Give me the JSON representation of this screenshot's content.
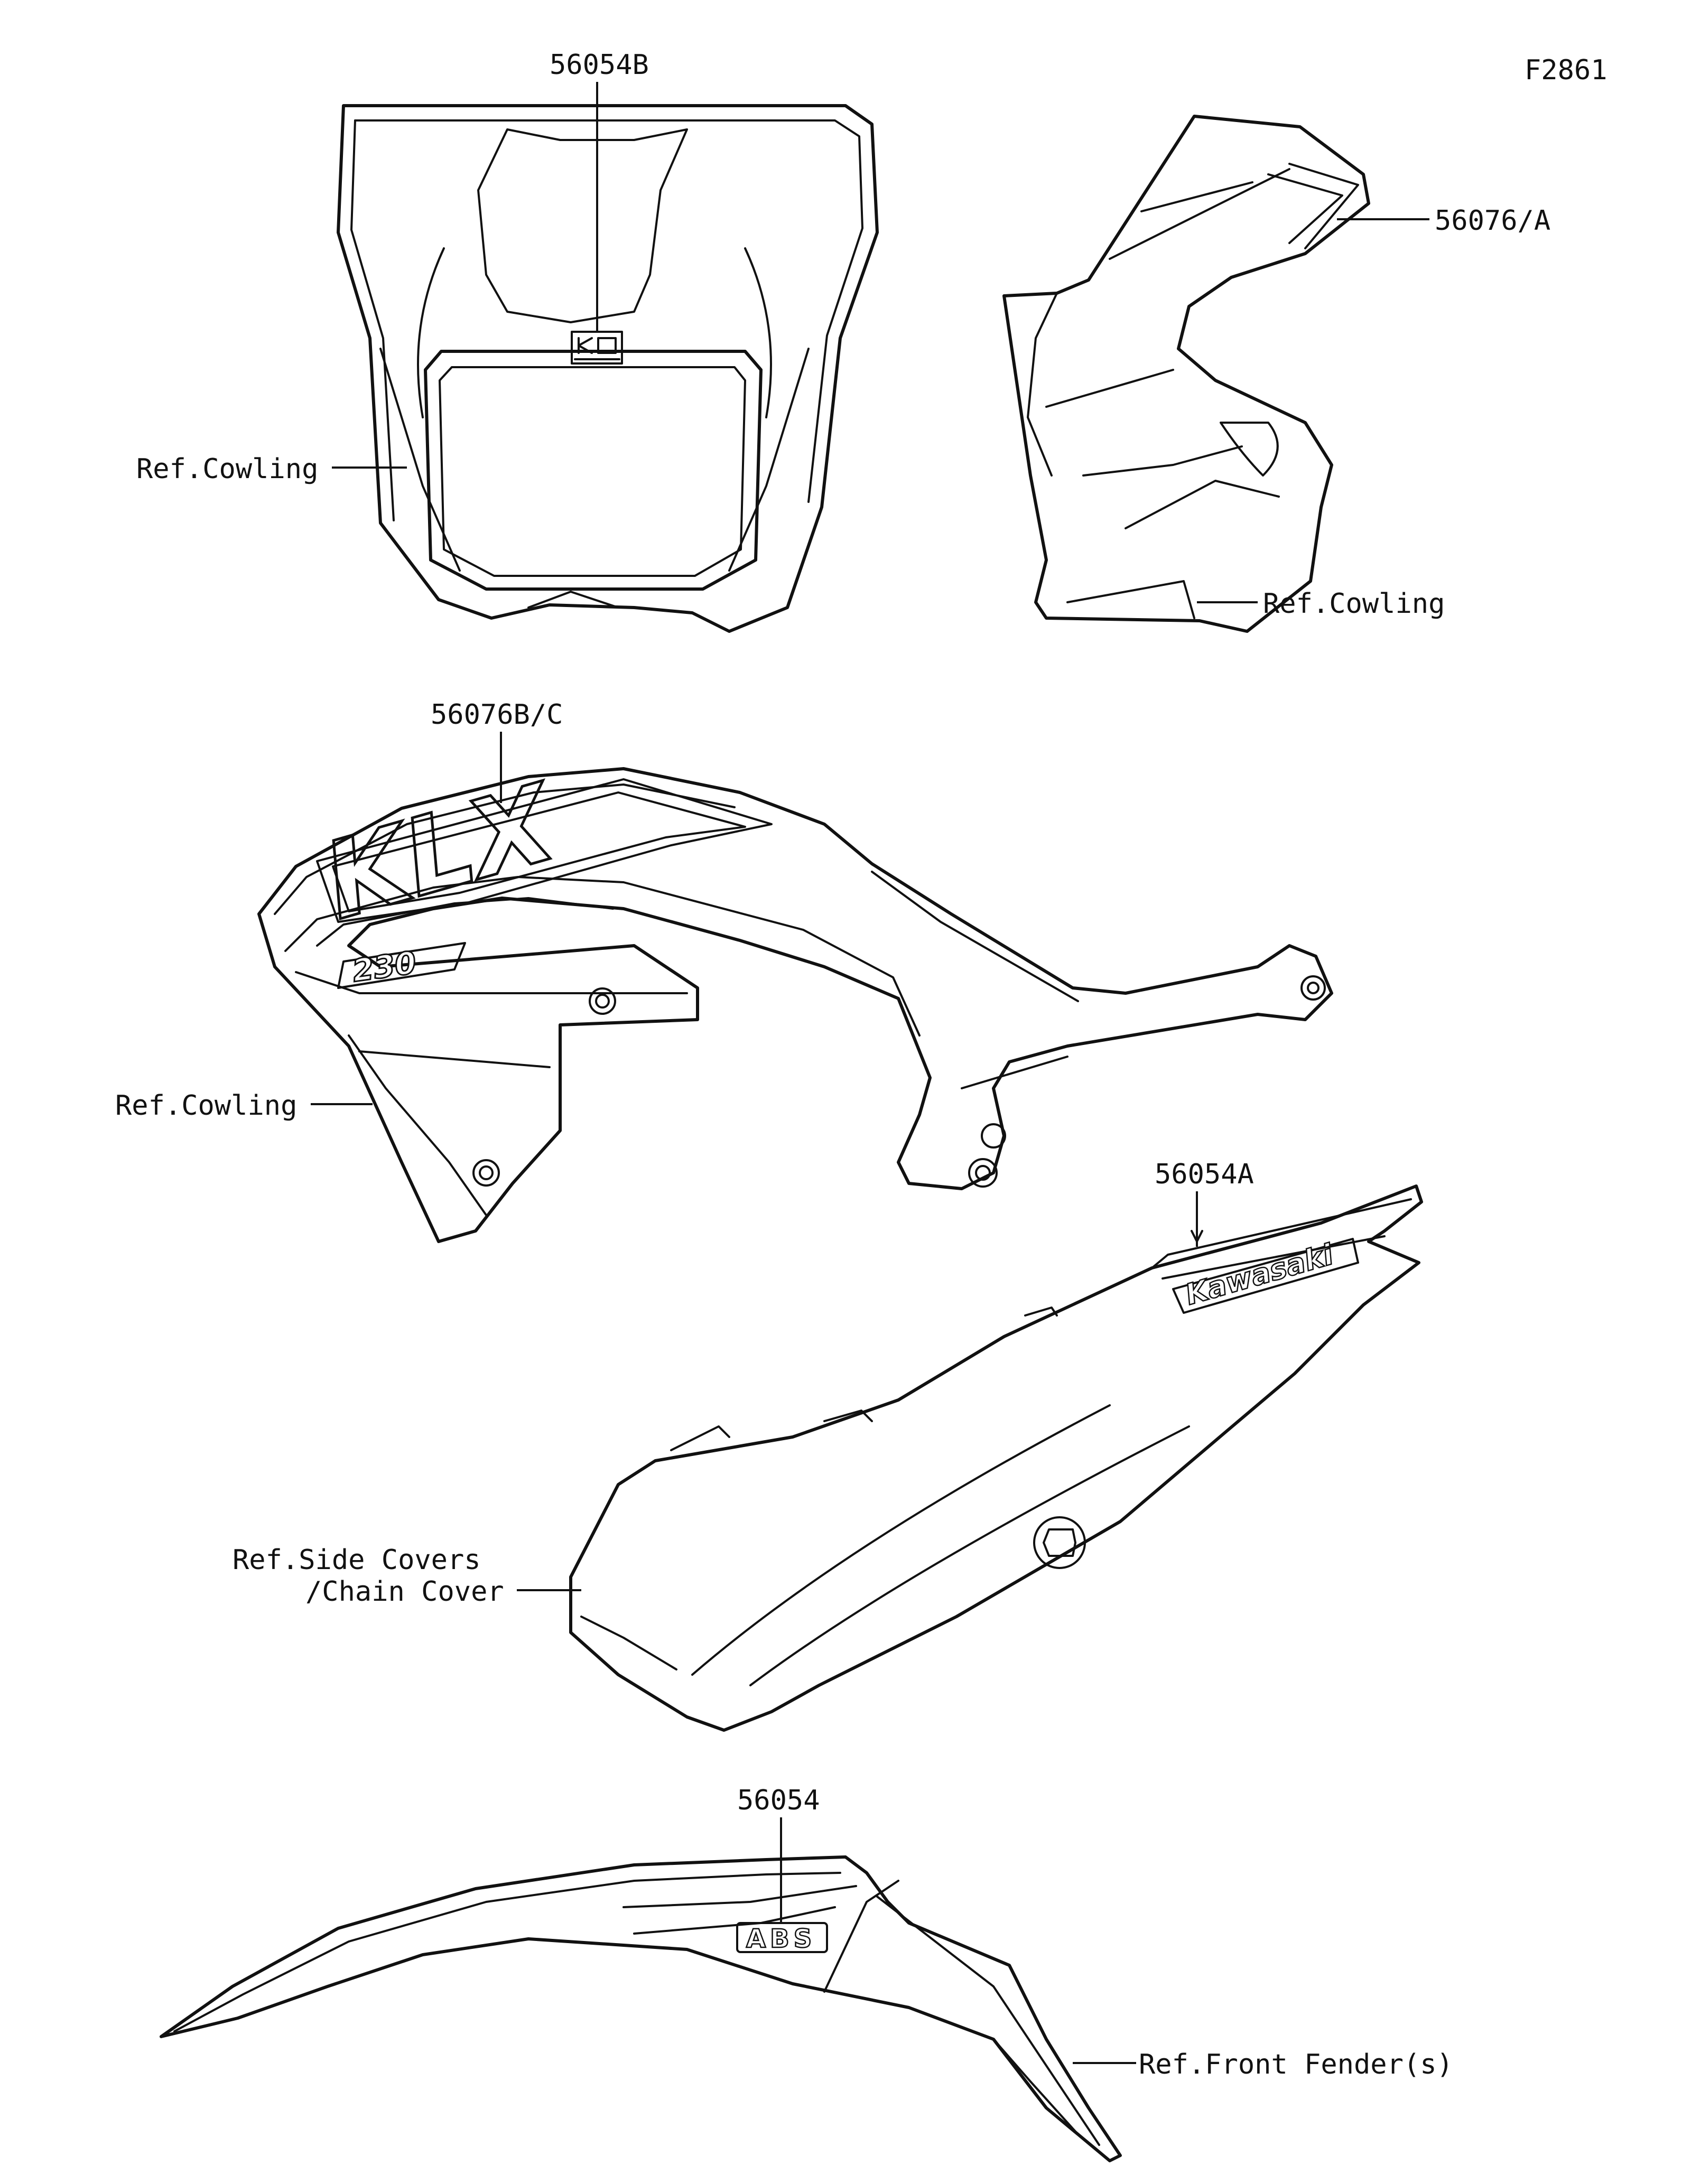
{
  "figure_code": "F2861",
  "callouts": {
    "headlight_decal": "56054B",
    "shroud_stripe": "56076/A",
    "tank_graphic": "56076B/C",
    "side_cover_emblem": "56054A",
    "fender_emblem": "56054"
  },
  "references": {
    "headlight_cowling": "Ref.Cowling",
    "shroud_cowling": "Ref.Cowling",
    "tank_cowling": "Ref.Cowling",
    "side_covers_line1": "Ref.Side Covers",
    "side_covers_line2": "/Chain Cover",
    "front_fender": "Ref.Front Fender(s)"
  },
  "decal_text": {
    "model": "KLX",
    "displacement": "230",
    "brand": "Kawasaki",
    "abs": "ABS"
  }
}
